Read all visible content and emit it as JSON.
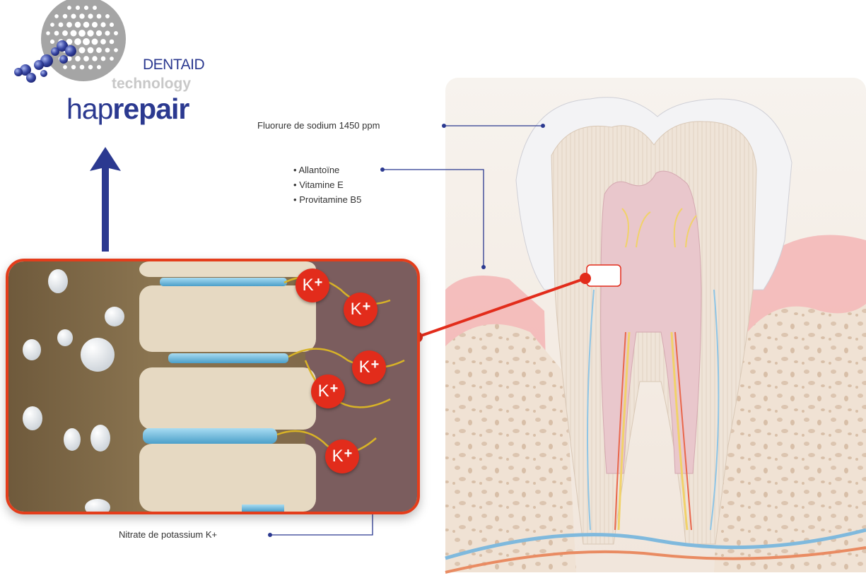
{
  "brand": {
    "company": "DENTAID",
    "technology": "technology",
    "product_regular": "hap",
    "product_bold": "repair"
  },
  "callouts": {
    "fluoride": "Fluorure de sodium 1450 ppm",
    "ingredients": [
      "Allantoïne",
      "Vitamine E",
      "Provitamine B5"
    ],
    "bullet": "•",
    "potassium": "Nitrate de potassium K+"
  },
  "ions": {
    "symbol": "K",
    "charge": "+",
    "count": 5
  },
  "colors": {
    "brand_blue": "#2b3990",
    "accent_red": "#e22c1b",
    "leader_line": "#2b3990"
  }
}
